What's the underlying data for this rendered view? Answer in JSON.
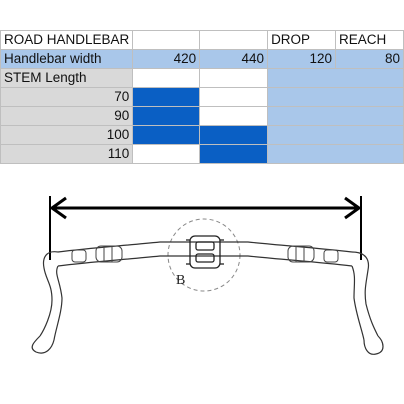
{
  "table": {
    "title": "ROAD HANDLEBAR",
    "drop_header": "DROP",
    "reach_header": "REACH",
    "width_label": "Handlebar width",
    "widths": [
      "420",
      "440"
    ],
    "drop_value": "120",
    "reach_value": "80",
    "stem_label": "STEM Length",
    "stem_rows": [
      {
        "length": "70",
        "fit_420": true,
        "fit_440": false
      },
      {
        "length": "90",
        "fit_420": true,
        "fit_440": false
      },
      {
        "length": "100",
        "fit_420": true,
        "fit_440": true
      },
      {
        "length": "110",
        "fit_420": false,
        "fit_440": true
      }
    ],
    "colors": {
      "header_blue": "#a9c7ea",
      "fit_blue": "#0a5fc4",
      "grey": "#d9d9d9"
    }
  },
  "drawing": {
    "label_b": "B",
    "dimension": "handlebar width"
  }
}
